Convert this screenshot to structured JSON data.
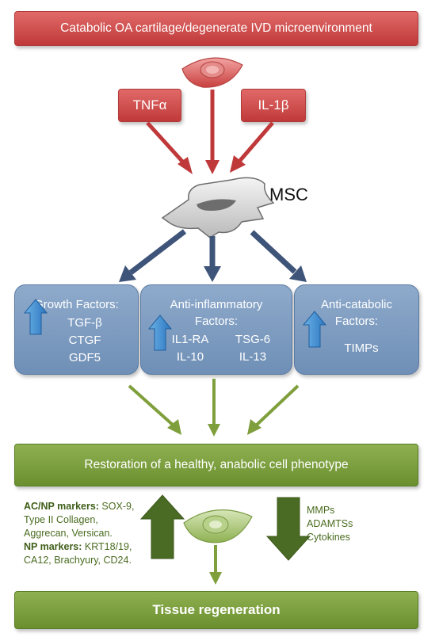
{
  "top_banner": "Catabolic OA cartilage/degenerate IVD microenvironment",
  "cytokines": {
    "left": "TNFα",
    "right": "IL-1β"
  },
  "msc_label": "MSC",
  "factor_boxes": {
    "growth": {
      "title": "Growth Factors:",
      "items": [
        "TGF-β",
        "CTGF",
        "GDF5"
      ]
    },
    "anti_inflammatory": {
      "title_line1": "Anti-inflammatory",
      "title_line2": "Factors:",
      "items": [
        "IL1-RA",
        "TSG-6",
        "IL-10",
        "IL-13"
      ]
    },
    "anti_catabolic": {
      "title_line1": "Anti-catabolic",
      "title_line2": "Factors:",
      "items": [
        "TIMPs"
      ]
    }
  },
  "restoration": "Restoration of a healthy, anabolic cell phenotype",
  "up_markers": {
    "acnp_label": "AC/NP markers:",
    "acnp_line1": " SOX-9,",
    "acnp_line2": "Type II Collagen,",
    "acnp_line3": "Aggrecan, Versican.",
    "np_label": "NP markers:",
    "np_line1": " KRT18/19,",
    "np_line2": "CA12, Brachyury, CD24."
  },
  "down_markers": [
    "MMPs",
    "ADAMTSs",
    "Cytokines"
  ],
  "tissue": "Tissue regeneration",
  "colors": {
    "red": "#c0393a",
    "blue": "#6f8fb6",
    "green": "#6a8f2f",
    "dark_green": "#4a6b1f",
    "arrow_blue": "#3e5479",
    "arrow_green": "#7f9f3c"
  }
}
